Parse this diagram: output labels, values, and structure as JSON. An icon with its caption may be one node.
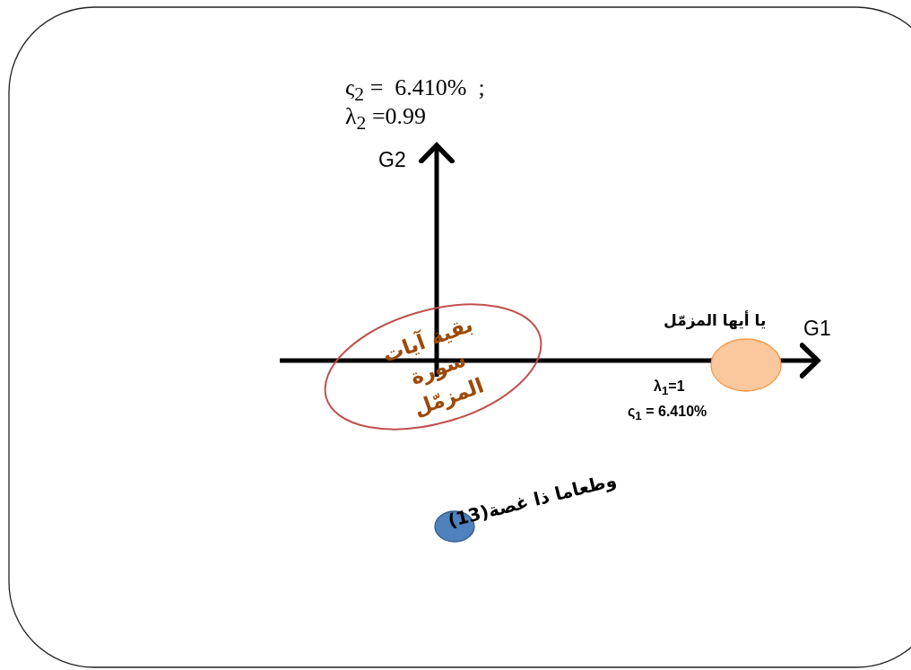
{
  "diagram": {
    "nodes": [
      {
        "text": [
          "بقية آيات سورة المزمّل"
        ]
      },
      {
        "text": [],
        "shape": "ellipse",
        "beside": [
          "يا أيها المزمّل"
        ]
      },
      {
        "text": [],
        "shape": "circle",
        "beside": [
          "وطعاما ذا غصة(13)"
        ]
      }
    ],
    "labels": [
      "ς$_{2}$ =  6.410%  ;",
      "λ$_{2}$ =0.99",
      "G2",
      "G1",
      "λ$_{1}$=1",
      "ς$_{1}$ = 6.410%"
    ]
  }
}
